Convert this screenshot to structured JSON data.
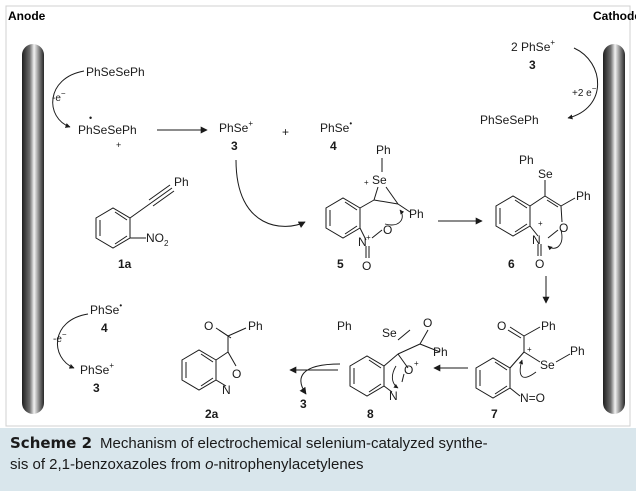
{
  "electrodes": {
    "anode": "Anode",
    "cathode": "Cathode"
  },
  "species": {
    "diselenide": "PhSeSePh",
    "electron_loss": "-e",
    "electron_loss_sup": "−",
    "radical_cation": "PhSeSePh",
    "radical_dot": "•",
    "plus": "+",
    "selenium_cation": "PhSe",
    "selenium_radical": "PhSe",
    "cation_sup": "+",
    "two_cation": "2 PhSe",
    "two_electron_gain": "+2 e",
    "electron_gain_sup": "−",
    "diselenide_product": "PhSeSePh"
  },
  "labels": {
    "c1a": "1a",
    "c2a": "2a",
    "c3": "3",
    "c4": "4",
    "c5": "5",
    "c6": "6",
    "c7": "7",
    "c8": "8"
  },
  "atoms": {
    "ph": "Ph",
    "se": "Se",
    "o": "O",
    "n": "N",
    "no2": "NO",
    "no2_sub": "2",
    "plus": "+",
    "minus": "−",
    "n_eq_o": "N=O"
  },
  "caption": {
    "label": "Scheme 2",
    "text_line1": "Mechanism of electrochemical selenium-catalyzed synthe-",
    "text_line2_before": "sis of 2,1-benzoxazoles from ",
    "text_line2_italic": "o",
    "text_line2_after": "-nitrophenylacetylenes"
  },
  "colors": {
    "caption_background": "#d9e6ec",
    "electrode_dark": "#1e1e1e",
    "electrode_light": "#f2f2f2",
    "ink": "#1a1a1a"
  }
}
